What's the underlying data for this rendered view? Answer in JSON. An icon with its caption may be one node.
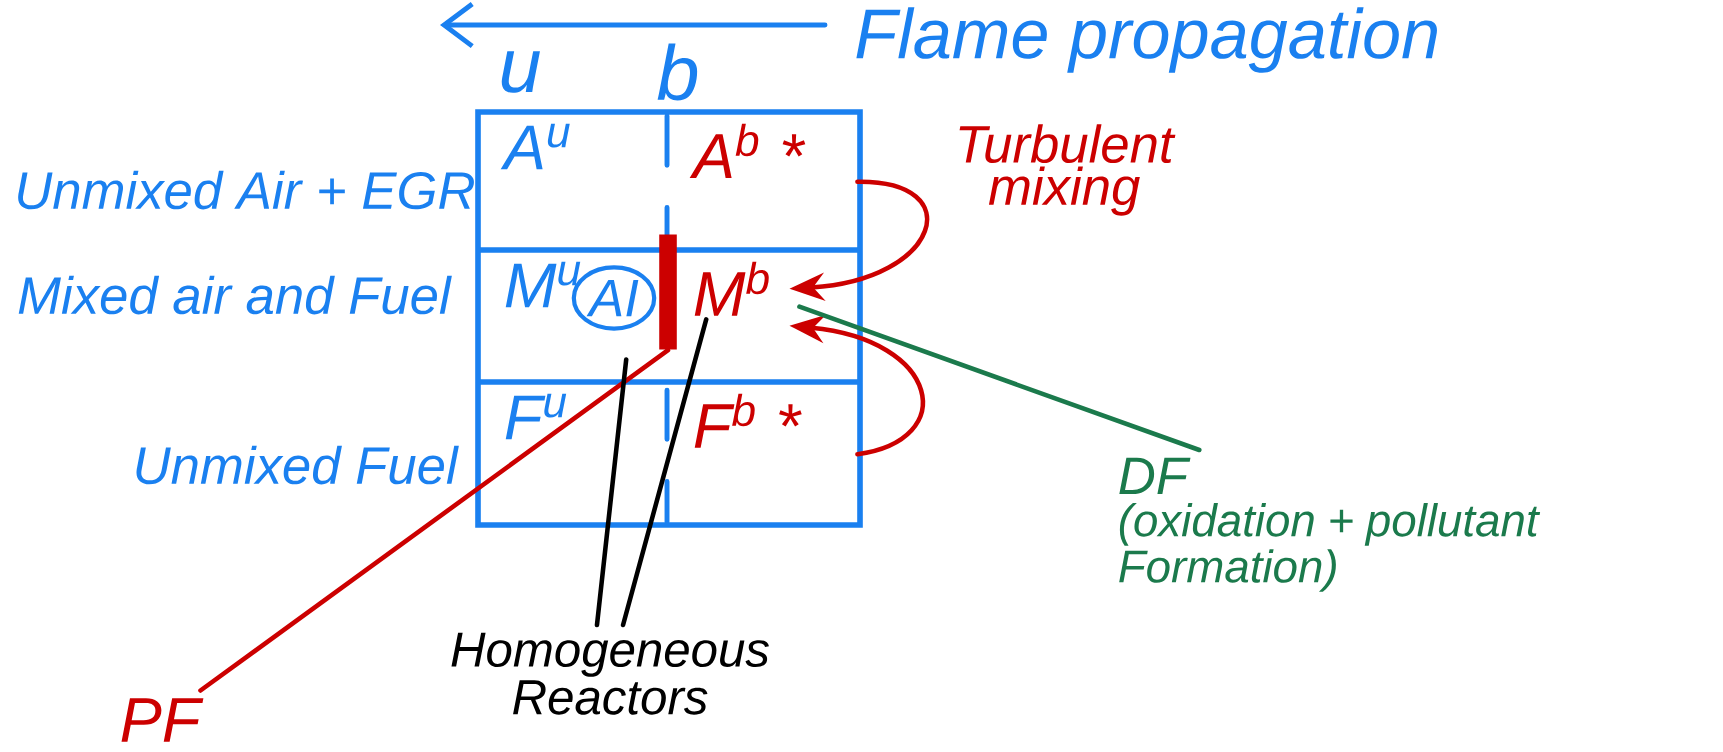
{
  "diagram": {
    "nodes": [
      {
        "text": [
          "A$^{u}$"
        ]
      },
      {
        "text": [
          "A$^{b}$ *"
        ]
      },
      {
        "text": [
          "M$^{u}$"
        ]
      },
      {
        "text": [
          "AI"
        ],
        "in": 2
      },
      {
        "text": [],
        "shape": "bar"
      },
      {
        "text": [
          "M$^{b}$"
        ]
      },
      {
        "text": [
          "F$^{u}$"
        ]
      },
      {
        "text": [
          "F$^{b}$ *"
        ]
      },
      {
        "text": [
          "DF",
          "(oxidation + pollutant Formation)"
        ]
      },
      {
        "text": [
          "Homogeneous Reactors"
        ]
      },
      {
        "text": [
          "PF"
        ]
      }
    ],
    "edges": [
      {
        "from": 1,
        "to": 5,
        "arrow": "to",
        "color": "#cc0000"
      },
      {
        "from": 7,
        "to": 5,
        "arrow": "to",
        "color": "#cc0000"
      },
      {
        "from": 10,
        "to": 4,
        "arrow": "none",
        "color": "#cc0000"
      },
      {
        "from": 8,
        "to": 5,
        "arrow": "none",
        "color": "#1b7a4c"
      },
      {
        "from": 9,
        "to": 2,
        "arrow": "none",
        "color": "#000000"
      },
      {
        "from": 9,
        "to": 5,
        "arrow": "none",
        "color": "#000000"
      }
    ],
    "labels": [
      "Flame propagation",
      "u",
      "b",
      "Unmixed Air + EGR",
      "Turbulent mixing",
      "Mixed air and Fuel",
      "Unmixed Fuel"
    ]
  }
}
